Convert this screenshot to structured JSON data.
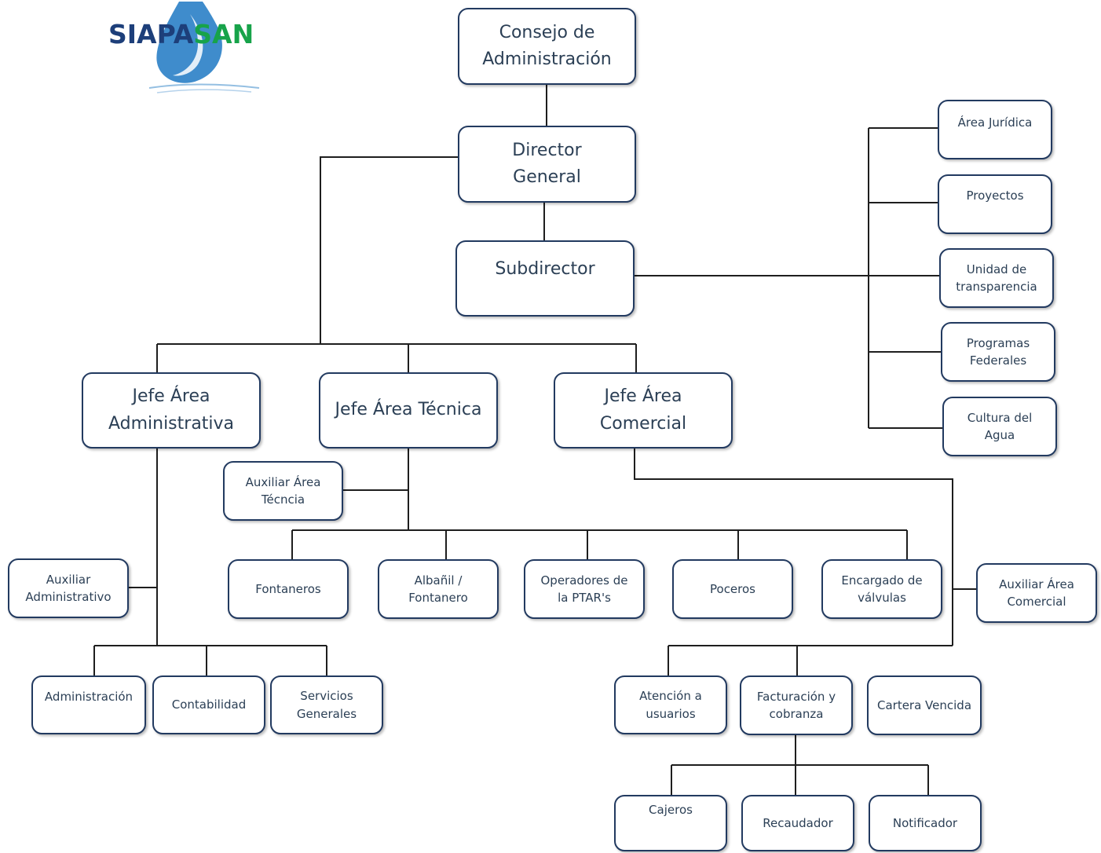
{
  "logo": {
    "text": "SIAPASAN"
  },
  "nodes": {
    "consejo": "Consejo de\nAdministración",
    "director": "Director\nGeneral",
    "subdirector": "Subdirector",
    "area_juridica": "Área Jurídica",
    "proyectos": "Proyectos",
    "unidad_transparencia": "Unidad de\ntransparencia",
    "programas_federales": "Programas\nFederales",
    "cultura_agua": "Cultura del\nAgua",
    "jefe_administrativa": "Jefe Área\nAdministrativa",
    "jefe_tecnica": "Jefe Área Técnica",
    "jefe_comercial": "Jefe Área\nComercial",
    "auxiliar_tecnica": "Auxiliar Área\nTécncia",
    "auxiliar_administrativo": "Auxiliar\nAdministrativo",
    "fontaneros": "Fontaneros",
    "albanil_fontanero": "Albañil /\nFontanero",
    "operadores_ptar": "Operadores de\nla PTAR's",
    "poceros": "Poceros",
    "encargado_valvulas": "Encargado de\nválvulas",
    "auxiliar_comercial": "Auxiliar Área\nComercial",
    "administracion": "Administración",
    "contabilidad": "Contabilidad",
    "servicios_generales": "Servicios\nGenerales",
    "atencion_usuarios": "Atención a\nusuarios",
    "facturacion_cobranza": "Facturación y\ncobranza",
    "cartera_vencida": "Cartera Vencida",
    "cajeros": "Cajeros",
    "recaudador": "Recaudador",
    "notificador": "Notificador"
  },
  "colors": {
    "border": "#223a60",
    "text": "#2b3f55",
    "line": "#1e1e1e",
    "logo_text": "#1d3f7a",
    "logo_accent": "#17a34a",
    "logo_drop": "#2a7fc6"
  }
}
